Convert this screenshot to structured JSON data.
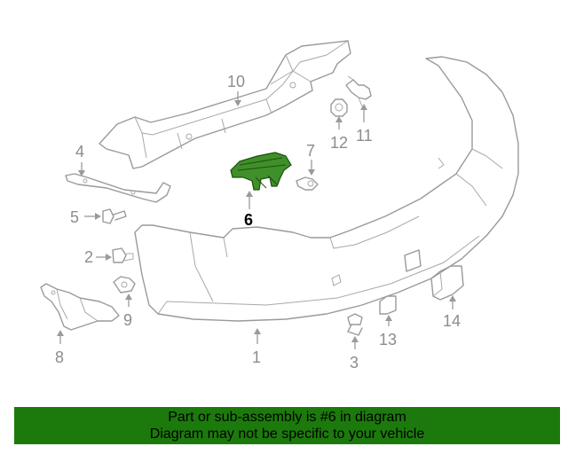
{
  "callouts": {
    "c1": "1",
    "c2": "2",
    "c3": "3",
    "c4": "4",
    "c5": "5",
    "c6": "6",
    "c7": "7",
    "c8": "8",
    "c9": "9",
    "c10": "10",
    "c11": "11",
    "c12": "12",
    "c13": "13",
    "c14": "14"
  },
  "highlighted_part": "6",
  "colors": {
    "highlight": "#3f8f2a",
    "banner": "#1c7a0c",
    "line_art": "#9a9a9a"
  },
  "banner": {
    "line1": "Part or sub-assembly is #6 in diagram",
    "line2": "Diagram may not be specific to your vehicle"
  }
}
